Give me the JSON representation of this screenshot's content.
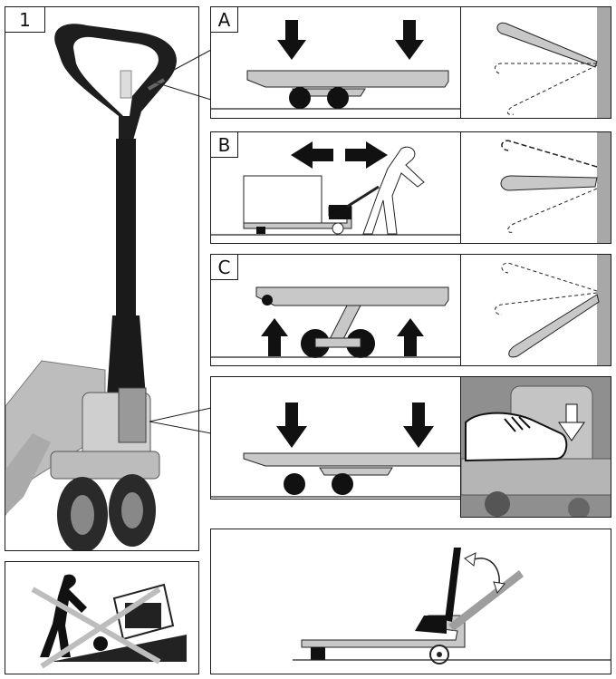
{
  "labels": {
    "main": "1",
    "a": "A",
    "b": "B",
    "c": "C"
  },
  "colors": {
    "ink": "#111111",
    "grey_fill": "#c8c8c8",
    "wall": "#a8a8a8",
    "line": "#1a1a1a"
  },
  "icons": {
    "down_arrow": "down-arrow-icon",
    "up_arrow": "up-arrow-icon",
    "left_right_arrow": "left-right-arrow-icon",
    "rotate_arrow": "rotate-arrow-icon"
  }
}
